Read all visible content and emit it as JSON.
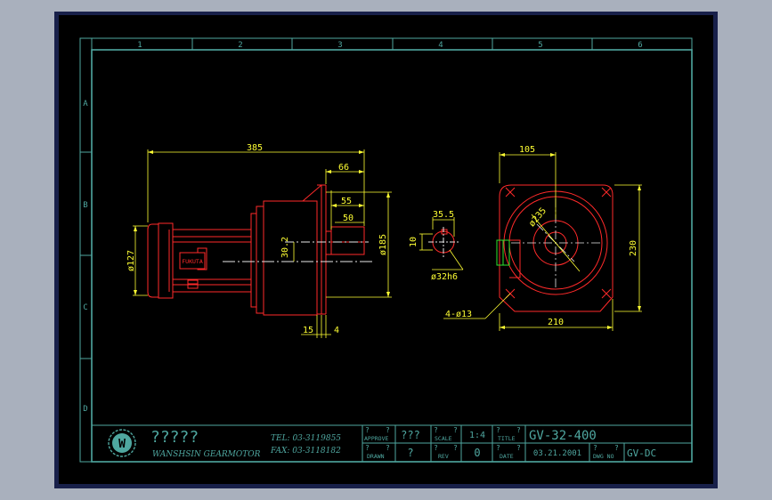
{
  "sheet": {
    "columns": [
      "1",
      "2",
      "3",
      "4",
      "5",
      "6"
    ],
    "rows": [
      "A",
      "B",
      "C",
      "D"
    ]
  },
  "dimensions": {
    "d385": "385",
    "d66": "66",
    "d55": "55",
    "d50": "50",
    "d127": "ø127",
    "d30_2": "30.2",
    "d185": "ø185",
    "d15": "15",
    "d4": "4",
    "d35_5": "35.5",
    "d10": "10",
    "d32h6": "ø32h6",
    "d105": "105",
    "d235": "ø235",
    "d230": "230",
    "d210": "210",
    "d4_13": "4-ø13"
  },
  "nameplate": "FUKUTA",
  "title_block": {
    "company_cn": "?????",
    "company_en": "WANSHSIN GEARMOTOR",
    "tel": "TEL: 03-3119855",
    "fax": "FAX: 03-3118182",
    "approve_label": "APPROVE",
    "approve_value": "???",
    "drawn_label": "DRAWN",
    "drawn_value": "?",
    "scale_label": "SCALE",
    "scale_value": "1:4",
    "rev_label": "REV",
    "rev_value": "0",
    "title_label": "TITLE",
    "title_value": "GV-32-400",
    "date_label": "DATE",
    "date_value": "03.21.2001",
    "dwg_label": "DWG NO",
    "dwg_value": "GV-DC",
    "q": "?"
  },
  "colors": {
    "outer": "#a9b0bd",
    "frame": "#18204a",
    "border": "#4fa7a0",
    "outline": "#ff2a2a",
    "dimension": "#ffff33",
    "center": "#e8e8e8",
    "accent": "#2ee62e"
  }
}
